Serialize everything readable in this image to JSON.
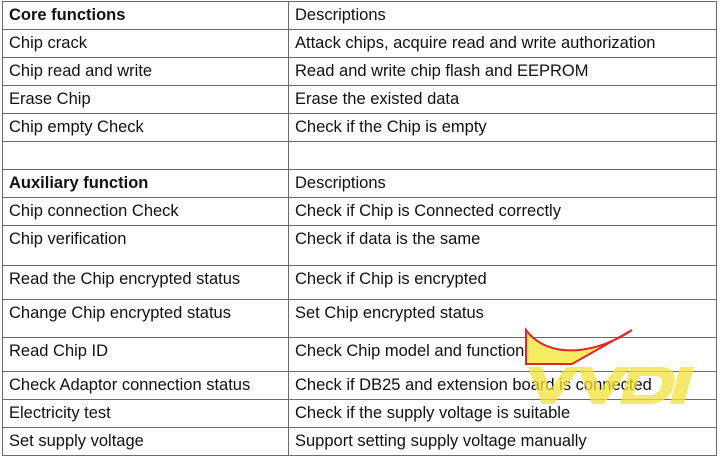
{
  "core": {
    "header": {
      "function": "Core functions",
      "description": "Descriptions"
    },
    "rows": [
      {
        "function": "Chip crack",
        "description": "Attack chips, acquire read and write authorization"
      },
      {
        "function": "Chip read and write",
        "description": "Read and write chip flash and EEPROM"
      },
      {
        "function": "Erase Chip",
        "description": "Erase the existed data"
      },
      {
        "function": "Chip empty Check",
        "description": "Check if the Chip is empty"
      }
    ]
  },
  "auxiliary": {
    "header": {
      "function": "Auxiliary function",
      "description": "Descriptions"
    },
    "rows": [
      {
        "function": "Chip connection Check",
        "description": "Check if Chip is Connected correctly"
      },
      {
        "function": "Chip verification",
        "description": "Check if data is the same"
      },
      {
        "function": "Read the Chip encrypted status",
        "description": "Check if Chip is encrypted"
      },
      {
        "function": "Change Chip encrypted status",
        "description": "Set Chip encrypted status"
      },
      {
        "function": "Read Chip ID",
        "description": "Check Chip model and function"
      },
      {
        "function": "Check Adaptor connection status",
        "description": "Check if DB25 and extension board is connected"
      },
      {
        "function": "Electricity test",
        "description": "Check if the supply voltage is suitable"
      },
      {
        "function": "Set supply voltage",
        "description": "Support setting supply voltage manually"
      }
    ]
  },
  "watermark": {
    "text": "VVDI",
    "colors": {
      "fill": "#f5e84a",
      "outline": "#e0262a"
    }
  }
}
